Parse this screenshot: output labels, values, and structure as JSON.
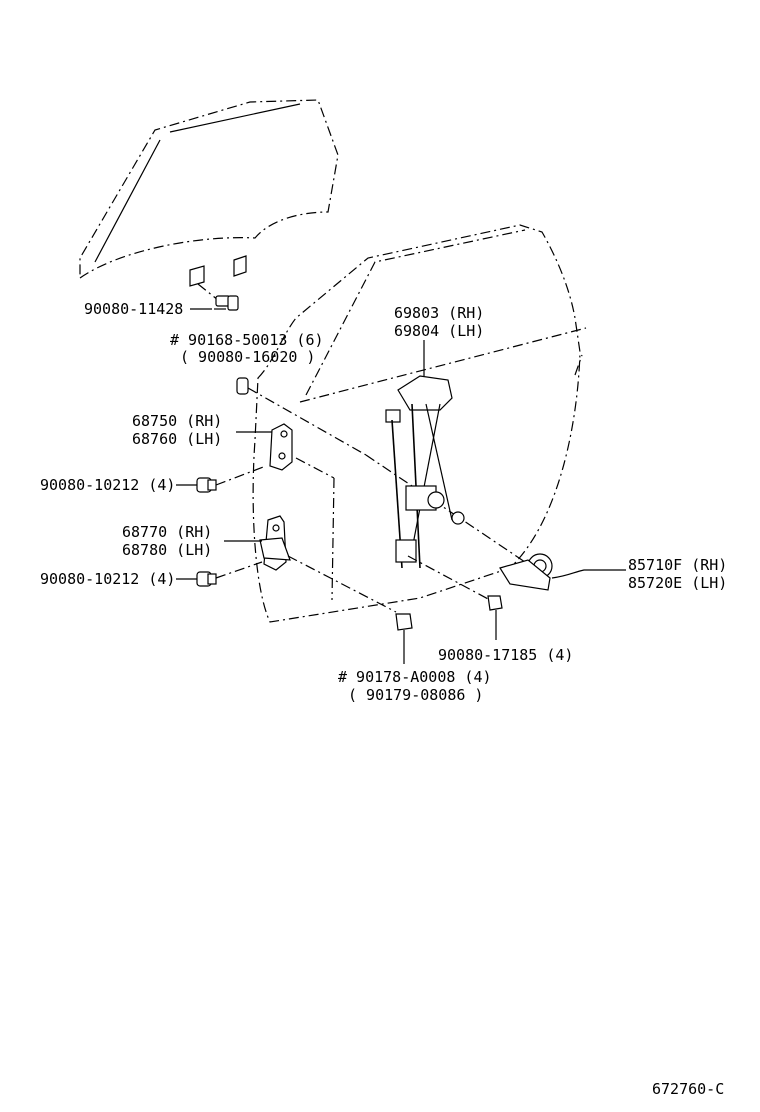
{
  "labels": {
    "glass_bolt": "90080-11428",
    "regulator_rh": "69803 (RH)",
    "regulator_lh": "69804 (LH)",
    "screw_main": "# 90168-50013 (6)",
    "screw_alt": "( 90080-16020 )",
    "hinge_upper_rh": "68750 (RH)",
    "hinge_upper_lh": "68760 (LH)",
    "bolt_upper": "90080-10212 (4)",
    "hinge_lower_rh": "68770 (RH)",
    "hinge_lower_lh": "68780 (LH)",
    "bolt_lower": "90080-10212 (4)",
    "motor_rh": "85710F (RH)",
    "motor_lh": "85720E (LH)",
    "nut_regulator": "90080-17185 (4)",
    "nut_main": "# 90178-A0008 (4)",
    "nut_alt": "( 90179-08086 )",
    "diagram_code": "672760-C"
  }
}
